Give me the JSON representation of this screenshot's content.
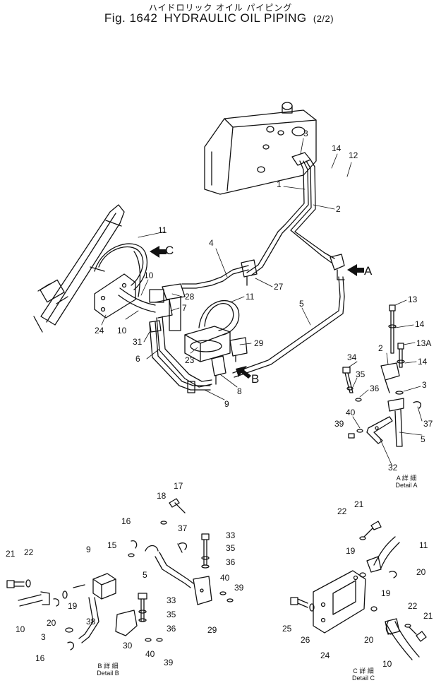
{
  "header": {
    "title_jp": "ハイドロリック オイル パイピング",
    "fig_label": "Fig. 1642",
    "title": "HYDRAULIC OIL PIPING",
    "page": "(2/2)"
  },
  "views": {
    "A": "A",
    "B": "B",
    "C": "C"
  },
  "captions": {
    "detail_a_jp": "A 詳 細",
    "detail_a": "Detail A",
    "detail_b_jp": "B 詳 細",
    "detail_b": "Detail B",
    "detail_c_jp": "C 詳 細",
    "detail_c": "Detail C"
  },
  "callouts": {
    "main": [
      "3",
      "14",
      "12",
      "1",
      "2",
      "11",
      "4",
      "27",
      "11",
      "28",
      "7",
      "10",
      "10",
      "24",
      "31",
      "6",
      "23",
      "29",
      "8",
      "9",
      "5"
    ],
    "detail_a": [
      "13",
      "14",
      "13A",
      "14",
      "2",
      "34",
      "35",
      "36",
      "3",
      "40",
      "39",
      "37",
      "5",
      "32"
    ],
    "detail_b": [
      "18",
      "17",
      "16",
      "37",
      "33",
      "15",
      "35",
      "36",
      "21",
      "22",
      "9",
      "5",
      "40",
      "39",
      "19",
      "33",
      "35",
      "36",
      "20",
      "38",
      "10",
      "3",
      "16",
      "30",
      "40",
      "39",
      "29"
    ],
    "detail_c": [
      "22",
      "21",
      "11",
      "19",
      "20",
      "19",
      "25",
      "26",
      "24",
      "22",
      "21",
      "20",
      "10"
    ]
  }
}
